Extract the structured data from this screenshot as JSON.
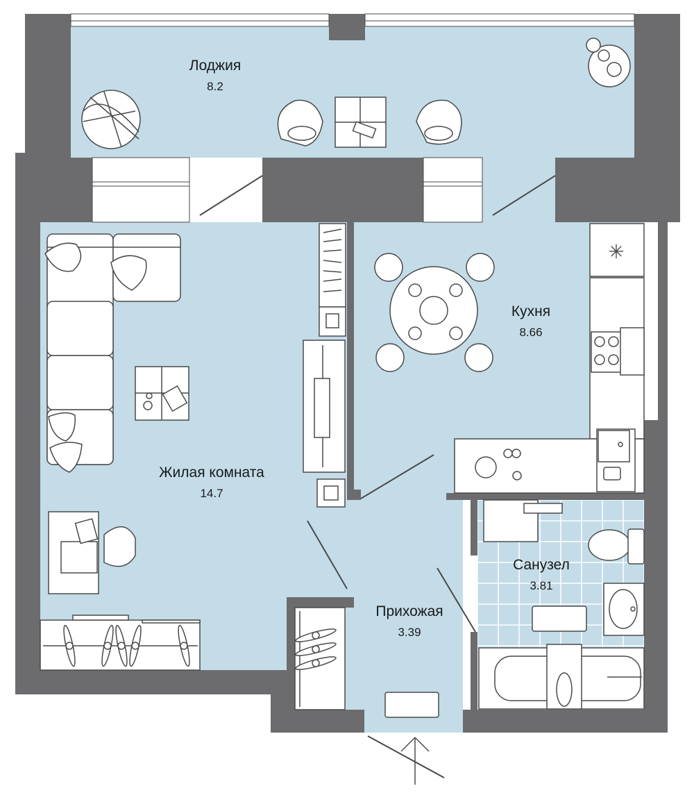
{
  "colors": {
    "floor": "#c3dce8",
    "wall": "#6c6c6e",
    "furniture_line": "#4a4a4a",
    "furniture_fill": "#ffffff",
    "tile_line": "#ffffff",
    "text": "#1a1a1a"
  },
  "rooms": {
    "loggia": {
      "name": "Лоджия",
      "area": "8.2"
    },
    "living": {
      "name": "Жилая комната",
      "area": "14.7"
    },
    "kitchen": {
      "name": "Кухня",
      "area": "8.66"
    },
    "bathroom": {
      "name": "Санузел",
      "area": "3.81"
    },
    "hallway": {
      "name": "Прихожая",
      "area": "3.39"
    }
  },
  "icons": {
    "entrance": "entrance-arrow-icon",
    "fridge": "snowflake-icon"
  }
}
